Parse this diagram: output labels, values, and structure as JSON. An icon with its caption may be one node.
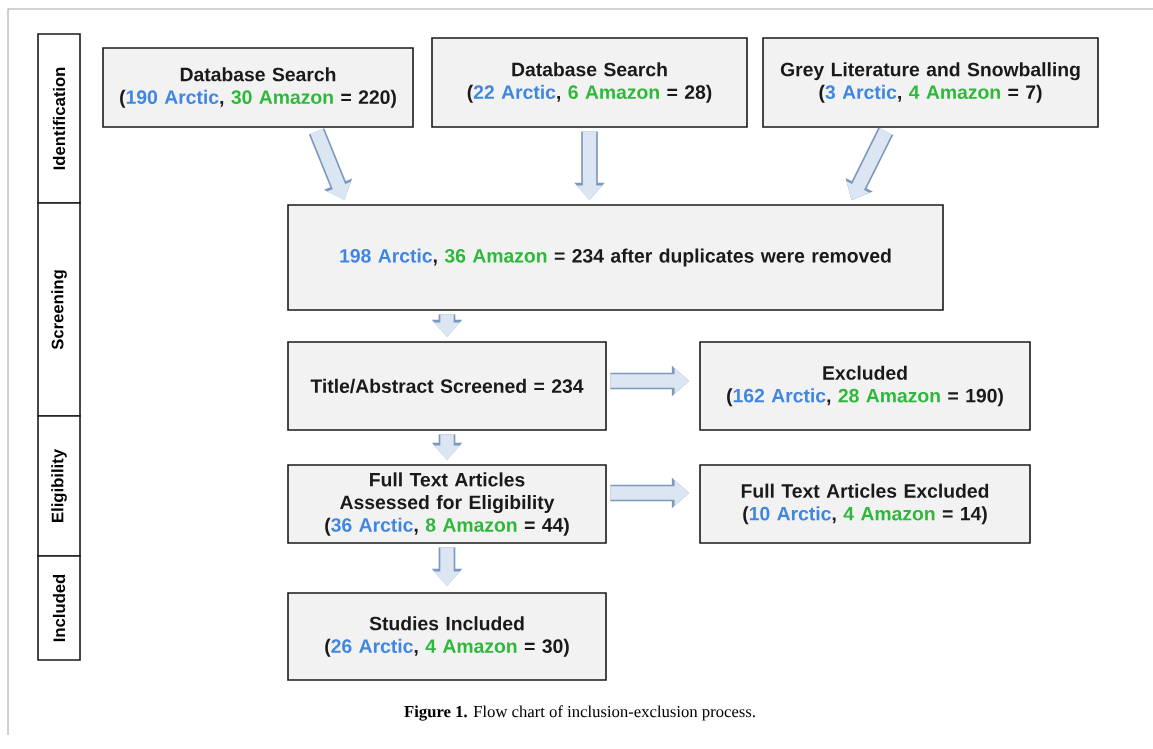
{
  "diagram": {
    "caption": "**Figure 1.** Flow chart of inclusion-exclusion process.",
    "nodes": [
      {
        "text": [
          "Identification"
        ]
      },
      {
        "text": [
          "Screening"
        ]
      },
      {
        "text": [
          "Eligibility"
        ]
      },
      {
        "text": [
          "Included"
        ]
      },
      {
        "text": [
          "Database Search",
          "(",
          "190 Arctic",
          ",",
          "30 Amazon",
          "= 220)"
        ]
      },
      {
        "text": [
          "Database Search",
          "(",
          "22 Arctic",
          ",",
          "6 Amazon",
          "= 28)"
        ]
      },
      {
        "text": [
          "Grey Literature and Snowballing",
          "(",
          "3 Arctic",
          ",",
          "4 Amazon",
          "= 7)"
        ]
      },
      {
        "text": [
          "198 Arctic",
          ",",
          "36 Amazon",
          "= 234 after duplicates were removed"
        ]
      },
      {
        "text": [
          "Title/Abstract Screened = 234"
        ]
      },
      {
        "text": [
          "Excluded",
          "(",
          "162 Arctic",
          ",",
          "28 Amazon",
          "= 190)"
        ]
      },
      {
        "text": [
          "Full Text Articles Assessed for Eligibility",
          "(",
          "36 Arctic",
          ",",
          "8 Amazon",
          "= 44)"
        ]
      },
      {
        "text": [
          "Full Text Articles Excluded",
          "(",
          "10 Arctic",
          ",",
          "4 Amazon",
          "= 14)"
        ]
      },
      {
        "text": [
          "Studies Included",
          "(",
          "26 Arctic",
          ",",
          "4 Amazon",
          "= 30)"
        ]
      }
    ],
    "edges": [
      {
        "from": 4,
        "to": 7,
        "arrow": "to"
      },
      {
        "from": 5,
        "to": 7,
        "arrow": "to"
      },
      {
        "from": 6,
        "to": 7,
        "arrow": "to"
      },
      {
        "from": 7,
        "to": 8,
        "arrow": "to"
      },
      {
        "from": 8,
        "to": 9,
        "arrow": "to"
      },
      {
        "from": 8,
        "to": 10,
        "arrow": "to"
      },
      {
        "from": 10,
        "to": 11,
        "arrow": "to"
      },
      {
        "from": 10,
        "to": 12,
        "arrow": "to"
      }
    ]
  }
}
